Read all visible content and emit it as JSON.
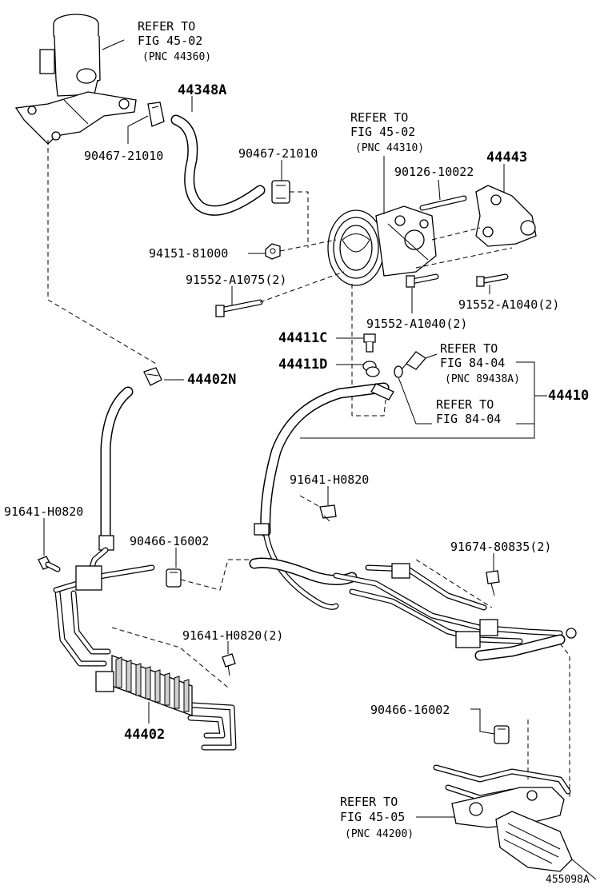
{
  "labels": {
    "reservoir_ref": "REFER TO",
    "reservoir_fig": "FIG 45-02",
    "reservoir_pnc": "(PNC 44360)",
    "hose_44348a": "44348A",
    "clamp_upper_left": "90467-21010",
    "clamp_upper_mid": "90467-21010",
    "pump_ref": "REFER TO",
    "pump_fig": "FIG 45-02",
    "pump_pnc": "(PNC 44310)",
    "bracket_44443": "44443",
    "stud_90126": "90126-10022",
    "nut_94151": "94151-81000",
    "bolt_91552_1075": "91552-A1075(2)",
    "bolt_91552_1040_right": "91552-A1040(2)",
    "bolt_91552_1040_mid": "91552-A1040(2)",
    "union_44411c": "44411C",
    "gasket_44411d": "44411D",
    "sensor_ref": "REFER TO",
    "sensor_fig": "FIG 84-04",
    "sensor_pnc": "(PNC 89438A)",
    "oring_ref": "REFER TO",
    "oring_fig": "FIG 84-04",
    "pressure_hose_44410": "44410",
    "clamp_44402n": "44402N",
    "bolt_91641_mid": "91641-H0820",
    "bolt_91641_left": "91641-H0820",
    "clamp_90466_mid": "90466-16002",
    "bolt_91674": "91674-80835(2)",
    "bolt_91641_cooler": "91641-H0820(2)",
    "cooler_44402": "44402",
    "clamp_90466_right": "90466-16002",
    "gear_ref": "REFER TO",
    "gear_fig": "FIG 45-05",
    "gear_pnc": "(PNC 44200)",
    "diagram_id": "455098A"
  }
}
